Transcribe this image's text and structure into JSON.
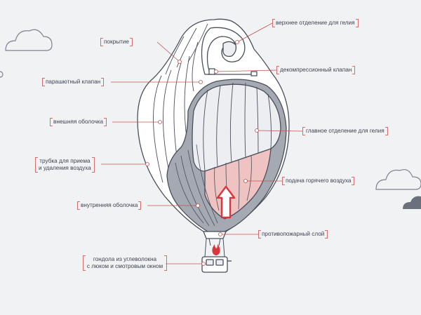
{
  "colors": {
    "background": "#f1f2f4",
    "outline": "#4a4f5c",
    "inner_gray": "#a5a9b2",
    "helium": "#eceef1",
    "hot_air": "#eec3c1",
    "accent": "#d9363e",
    "leader": "#c55050"
  },
  "labels": {
    "top_helium": "верхнее отделение для гелия",
    "cover": "покрытие",
    "decompression_valve": "декомпрессионный клапан",
    "parachute_valve": "парашютный клапан",
    "outer_shell": "внешняя оболочка",
    "main_helium": "главное отделение для гелия",
    "air_tube_line1": "трубка для приема",
    "air_tube_line2": "и удаления воздуха",
    "hot_air": "подача горячего воздуха",
    "inner_shell": "внутренняя оболочка",
    "fire_layer": "противопожарный слой",
    "gondola_line1": "гондола из углеволокна",
    "gondola_line2": "с люком и смотровым окном"
  },
  "icons": {
    "clouds": "cloud-icon",
    "flame": "flame-icon",
    "arrow": "up-arrow-icon"
  }
}
